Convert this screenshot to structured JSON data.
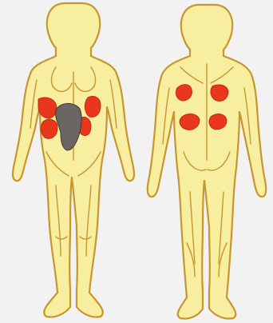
{
  "colors": {
    "background": "#f2f2f2",
    "skin": "#f7ee9f",
    "outline": "#c8962e",
    "highlight": "#e8371c",
    "highlight_stroke": "#c42a12",
    "dark": "#6b6663"
  },
  "figures": [
    {
      "view": "front",
      "highlighted_regions": [
        "left-oblique",
        "right-oblique",
        "left-lower-oblique",
        "right-lower-oblique",
        "rectus-abdominis-dark"
      ]
    },
    {
      "view": "back",
      "highlighted_regions": [
        "left-upper-back",
        "right-upper-back",
        "left-lower-back",
        "right-lower-back"
      ]
    }
  ]
}
